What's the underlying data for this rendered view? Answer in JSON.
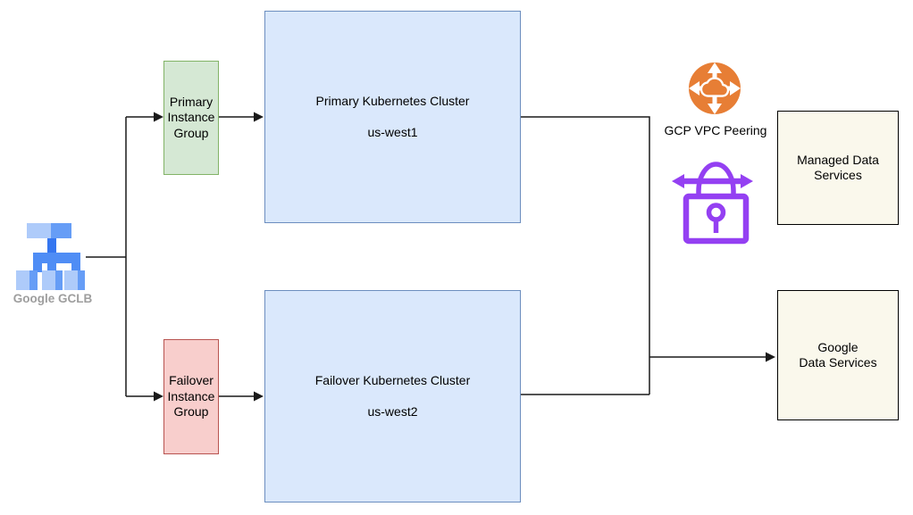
{
  "nodes": {
    "gclb": {
      "label": "Google GCLB",
      "icon": "load-balancer-icon"
    },
    "primary_instance_group": {
      "label": "Primary\nInstance\nGroup"
    },
    "failover_instance_group": {
      "label": "Failover\nInstance\nGroup"
    },
    "primary_cluster": {
      "title": "Primary Kubernetes Cluster",
      "region": "us-west1"
    },
    "failover_cluster": {
      "title": "Failover Kubernetes Cluster",
      "region": "us-west2"
    },
    "vpc_peering": {
      "label": "GCP VPC Peering",
      "icon": "vpc-peering-icon"
    },
    "secure_peering": {
      "icon": "lock-arrows-icon"
    },
    "managed_data_services": {
      "label": "Managed Data\nServices"
    },
    "google_data_services": {
      "label": "Google\nData Services"
    }
  },
  "edges": [
    {
      "from": "gclb",
      "to": "primary_instance_group",
      "arrow": "end"
    },
    {
      "from": "gclb",
      "to": "failover_instance_group",
      "arrow": "end"
    },
    {
      "from": "primary_instance_group",
      "to": "primary_cluster",
      "arrow": "end"
    },
    {
      "from": "failover_instance_group",
      "to": "failover_cluster",
      "arrow": "end"
    },
    {
      "from": "primary_cluster",
      "to": "google_data_services",
      "arrow": "end"
    },
    {
      "from": "failover_cluster",
      "to": "google_data_services",
      "arrow": "end"
    }
  ],
  "colors": {
    "connector": "#1a1a1a",
    "cluster_fill": "#dae8fc",
    "cluster_border": "#6c8ebf",
    "primary_group_fill": "#d5e8d4",
    "primary_group_border": "#82b366",
    "failover_group_fill": "#f8cecc",
    "failover_group_border": "#b85450",
    "data_services_fill": "#faf8ec",
    "data_services_border": "#000000",
    "vpc_icon_orange": "#e77e35",
    "lock_icon_purple": "#9440f2",
    "gclb_blue_light": "#aecbfa",
    "gclb_blue_medium": "#669df6",
    "gclb_blue_bar": "#4f8df5",
    "gclb_blue_dark": "#3576f0",
    "gclb_label_gray": "#9e9e9e"
  }
}
